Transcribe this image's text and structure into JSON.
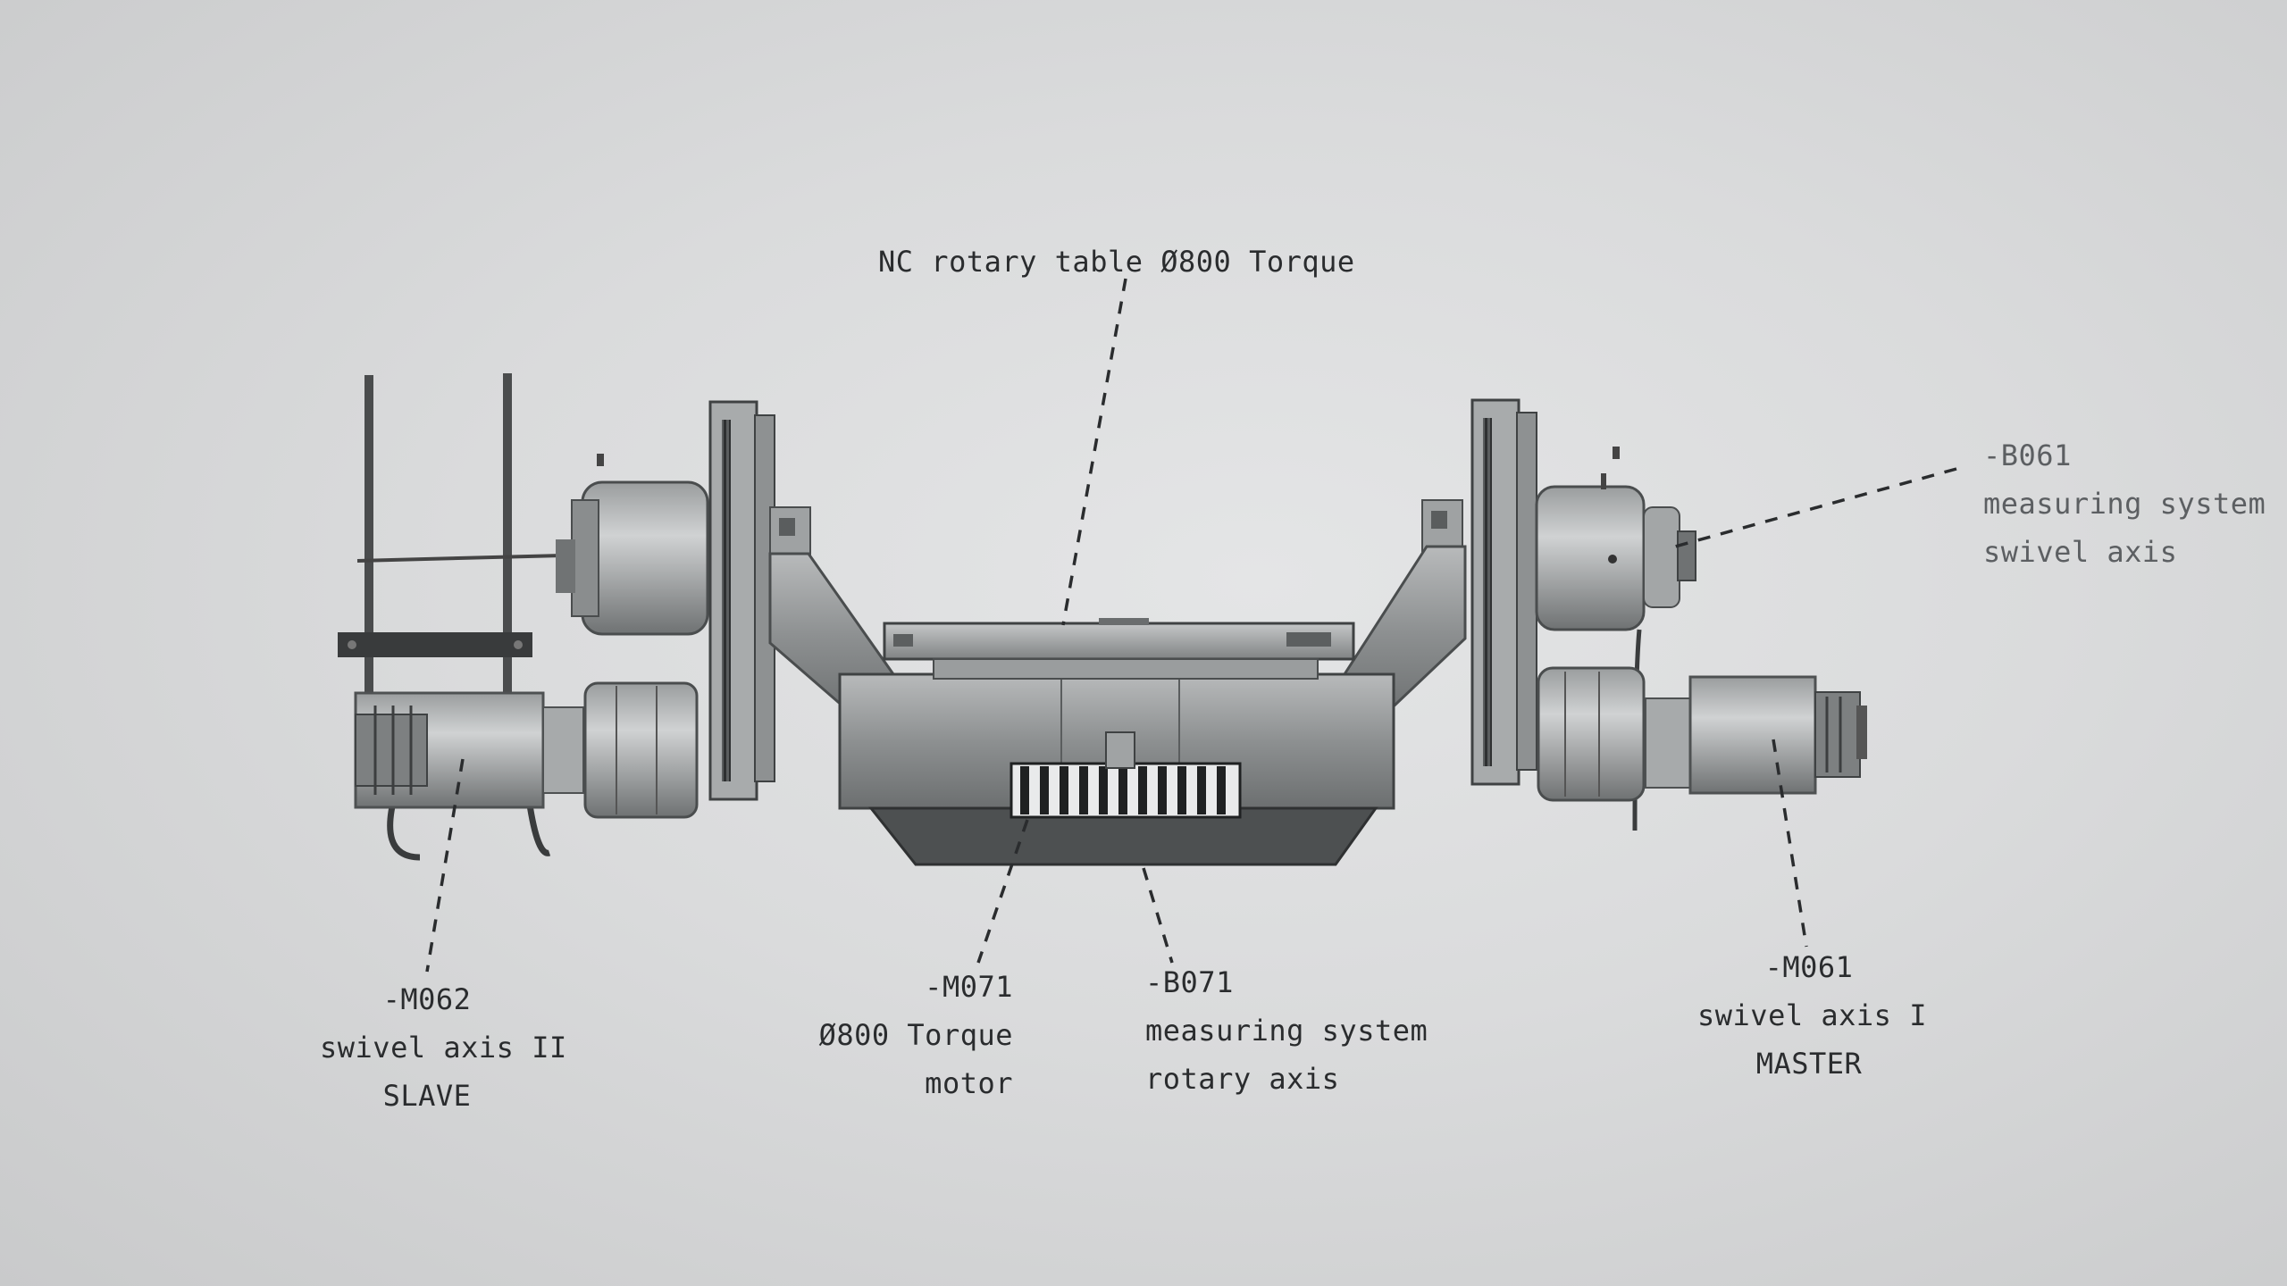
{
  "labels": {
    "nc_table": "NC rotary table Ø800 Torque",
    "b061": {
      "code": "-B061",
      "line1": "measuring system",
      "line2": "swivel axis"
    },
    "m062": {
      "code": "-M062",
      "line1": "swivel axis II",
      "line2": "SLAVE"
    },
    "m071": {
      "code": "-M071",
      "line1": "Ø800 Torque",
      "line2": "motor"
    },
    "b071": {
      "code": "-B071",
      "line1": "measuring system",
      "line2": "rotary axis"
    },
    "m061": {
      "code": "-M061",
      "line1": "swivel axis I",
      "line2": "MASTER"
    }
  }
}
